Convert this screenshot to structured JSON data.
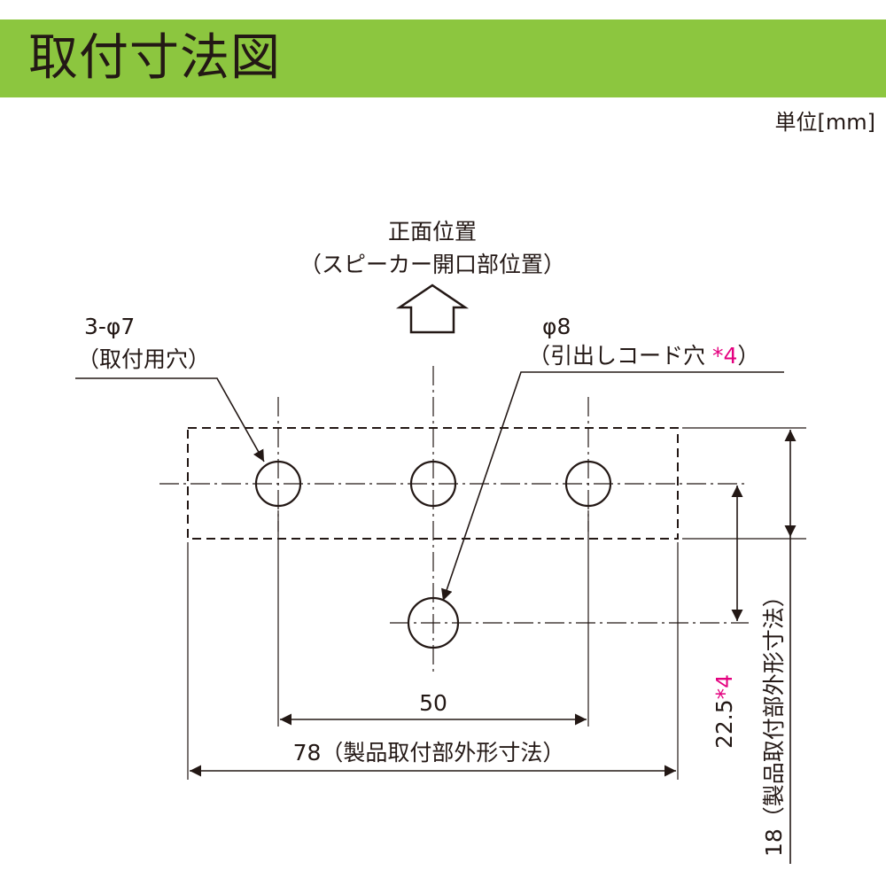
{
  "header": {
    "title": "取付寸法図",
    "bar_color": "#8cc63f"
  },
  "unit": "単位[mm]",
  "front": {
    "line1": "正面位置",
    "line2": "（スピーカー開口部位置）"
  },
  "holes_mount": {
    "line1": "3-φ7",
    "line2": "（取付用穴）"
  },
  "hole_cord": {
    "line1": "φ8",
    "line2_text": "（引出しコード穴 ",
    "note": "*4",
    "line2_end": "）"
  },
  "dimensions": {
    "pitch": "50",
    "width": "78（製品取付部外形寸法）",
    "offset_value": "22.5",
    "offset_note": "*4",
    "height": "18（製品取付部外形寸法）"
  },
  "accent_color": "#e4007f"
}
